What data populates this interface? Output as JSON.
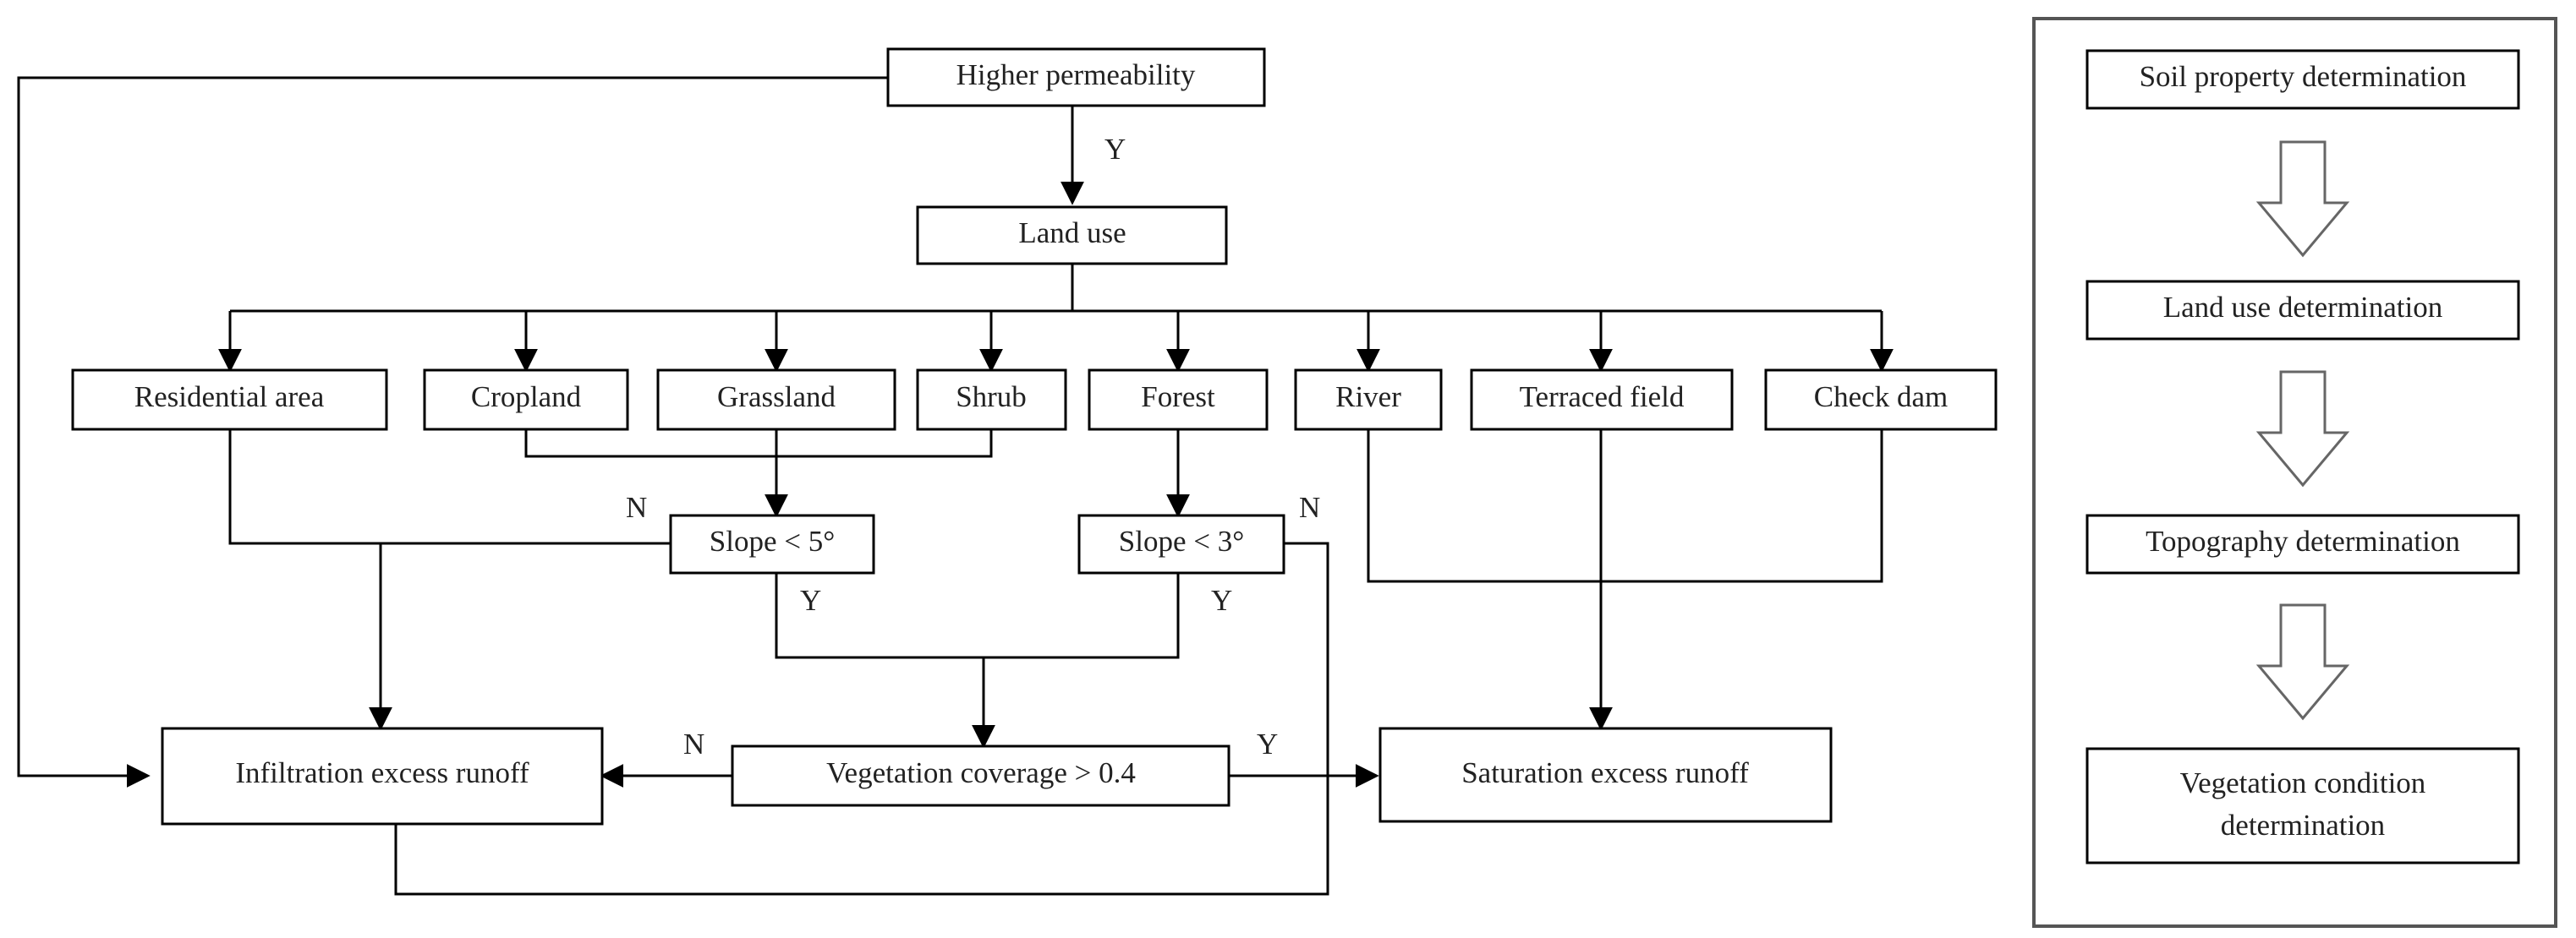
{
  "nodes": {
    "higher_permeability": "Higher permeability",
    "land_use": "Land use",
    "residential_area": "Residential area",
    "cropland": "Cropland",
    "grassland": "Grassland",
    "shrub": "Shrub",
    "forest": "Forest",
    "river": "River",
    "terraced_field": "Terraced field",
    "check_dam": "Check dam",
    "slope_5": "Slope < 5°",
    "slope_3": "Slope < 3°",
    "vegetation_coverage": "Vegetation coverage > 0.4",
    "infiltration_excess": "Infiltration excess runoff",
    "saturation_excess": "Saturation excess runoff"
  },
  "edge_labels": {
    "yes": "Y",
    "no": "N"
  },
  "legend": {
    "steps": [
      "Soil property determination",
      "Land use determination",
      "Topography determination",
      "Vegetation condition",
      "determination"
    ]
  }
}
